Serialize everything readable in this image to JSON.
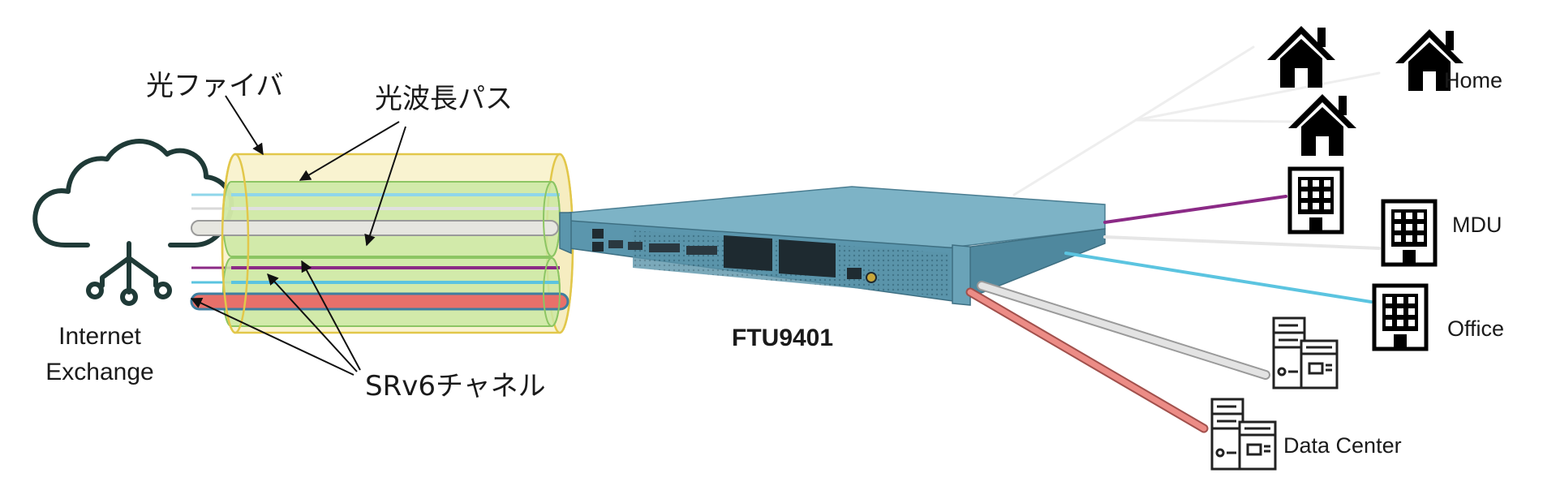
{
  "labels": {
    "fiber": "光ファイバ",
    "wavelength_path": "光波長パス",
    "internet_exchange_line1": "Internet",
    "internet_exchange_line2": "Exchange",
    "srv6_channel": "SRv6チャネル",
    "device_name": "FTU9401",
    "home": "Home",
    "mdu": "MDU",
    "office": "Office",
    "data_center": "Data Center"
  },
  "colors": {
    "fiber_outer": "#f7eeb8",
    "wavelength_inner": "#c8e6a0",
    "channel_cyan": "#5bc4e0",
    "channel_purple": "#8b2a86",
    "channel_red": "#e8706a",
    "channel_gray": "#cfcfcf",
    "device_body": "#5d97ad"
  },
  "icons": {
    "cloud": "cloud-network-icon",
    "home": "house-icon",
    "building": "building-icon",
    "server": "server-rack-icon"
  }
}
